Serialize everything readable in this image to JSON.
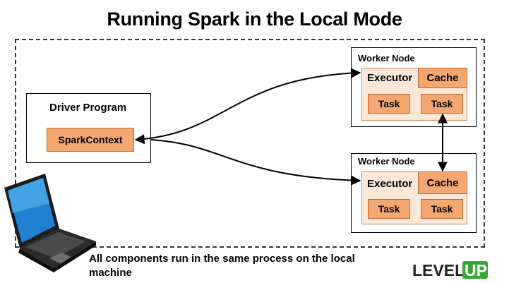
{
  "title": "Running Spark in the Local Mode",
  "driver": {
    "label": "Driver Program",
    "context": "SparkContext"
  },
  "workers": [
    {
      "label": "Worker Node",
      "executor": "Executor",
      "cache": "Cache",
      "tasks": [
        "Task",
        "Task"
      ]
    },
    {
      "label": "Worker Node",
      "executor": "Executor",
      "cache": "Cache",
      "tasks": [
        "Task",
        "Task"
      ]
    }
  ],
  "caption": "All components run in the same process on the local machine",
  "logo": {
    "text_level": "LEVEL",
    "text_up": "UP"
  },
  "colors": {
    "orange": "#f4a771",
    "executor_bg": "#fbe7d8",
    "logo_green": "#3aa635"
  },
  "icons": [
    "laptop-icon"
  ]
}
